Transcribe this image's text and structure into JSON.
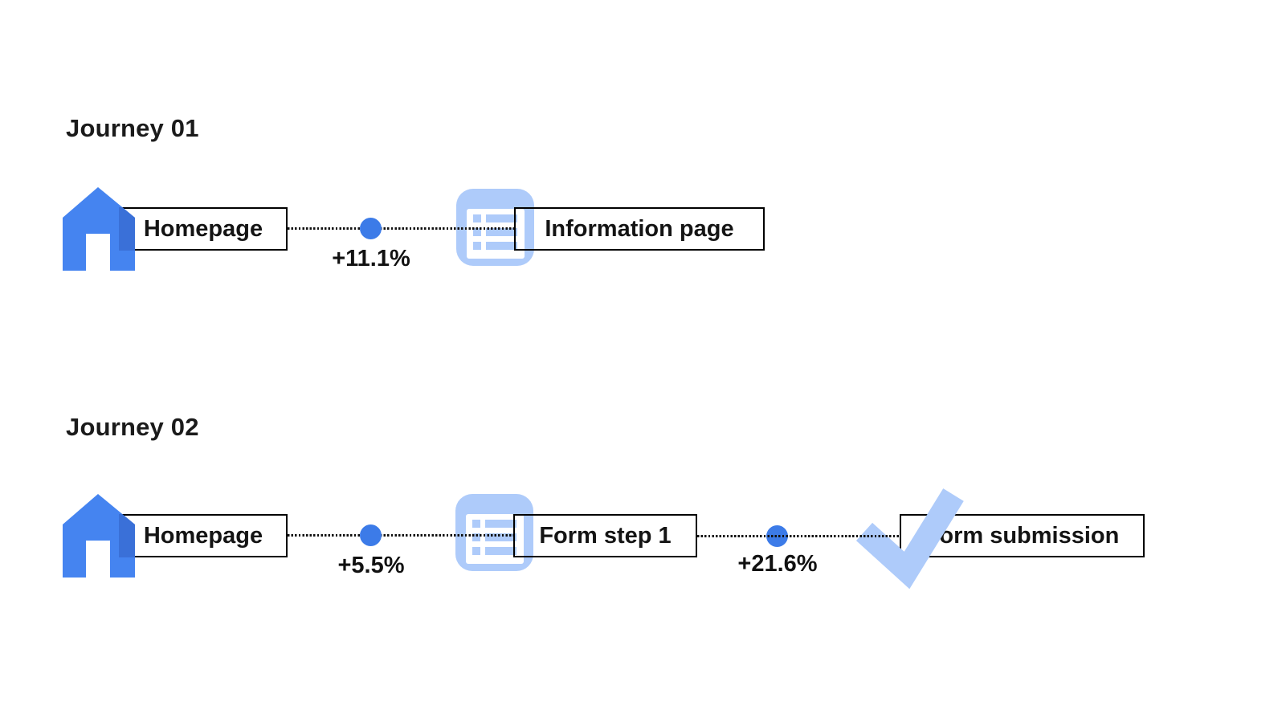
{
  "colors": {
    "house_blue": "#4584F0",
    "house_blue_shaded": "#3A70D8",
    "dot_blue": "#3C7BE8",
    "light_icon_blue": "#AECBFA",
    "text": "#141414",
    "box_border": "#000000",
    "background": "#ffffff"
  },
  "journeys": [
    {
      "title": "Journey 01",
      "steps": [
        {
          "label": "Homepage",
          "icon": "home-icon"
        },
        {
          "label": "Information page",
          "icon": "list-page-icon"
        }
      ],
      "transitions": [
        {
          "delta": "+11.1%"
        }
      ]
    },
    {
      "title": "Journey 02",
      "steps": [
        {
          "label": "Homepage",
          "icon": "home-icon"
        },
        {
          "label": "Form step 1",
          "icon": "list-page-icon"
        },
        {
          "label": "Form submission",
          "icon": "checkmark-icon"
        }
      ],
      "transitions": [
        {
          "delta": "+5.5%"
        },
        {
          "delta": "+21.6%"
        }
      ]
    }
  ]
}
